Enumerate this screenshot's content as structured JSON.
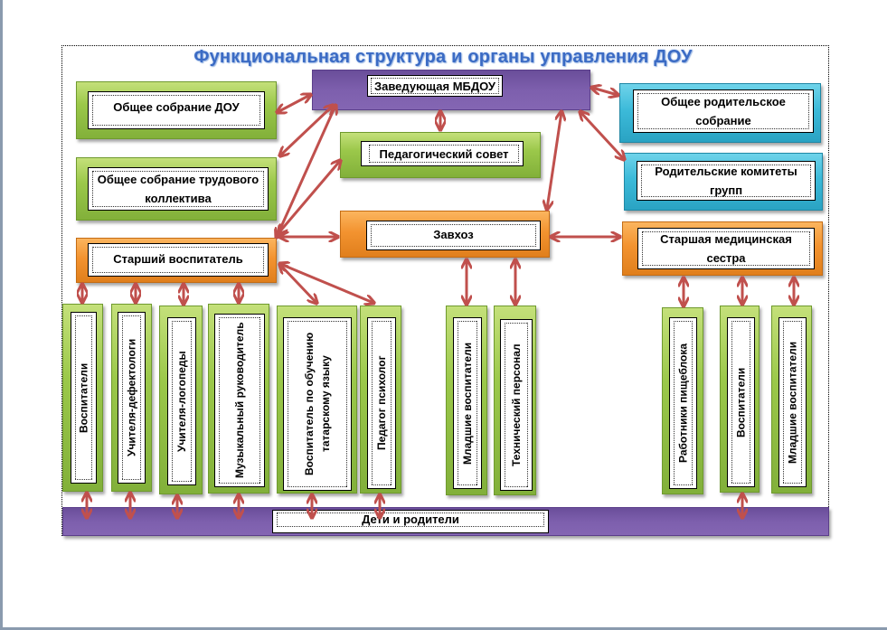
{
  "title": "Функциональная структура и органы управления ДОУ",
  "colors": {
    "arrow": "#C0504D",
    "title": "#3B6BC4",
    "green": "#9BC84A",
    "orange": "#F39330",
    "cyan": "#3CBAD9",
    "purple": "#7D5FAD"
  },
  "nodes": {
    "head": "Заведующая  МБДОУ",
    "general_meeting": "Общее собрание ДОУ",
    "labor_meeting": "Общее собрание трудового коллектива",
    "ped_council": "Педагогический  совет",
    "parent_meeting": "Общее родительское собрание",
    "parent_committees": "Родительские комитеты групп",
    "senior_teacher": "Старший воспитатель",
    "supply_manager": "Завхоз",
    "senior_nurse": "Старшая медицинская сестра",
    "children_parents": "Дети и родители"
  },
  "staff": {
    "teachers": "Воспитатели",
    "defectologists": "Учителя-дефектологи",
    "speech_therapists": "Учителя-логопеды",
    "music_director": "Музыкальный руководитель",
    "tatar_teacher": "Воспитатель по обучению татарскому языку",
    "psychologist": "Педагог психолог",
    "junior_teachers_1": "Младшие воспитатели",
    "technical_staff": "Технический персонал",
    "kitchen_workers": "Работники пищеблока",
    "teachers_2": "Воспитатели",
    "junior_teachers_2": "Младшие воспитатели"
  }
}
